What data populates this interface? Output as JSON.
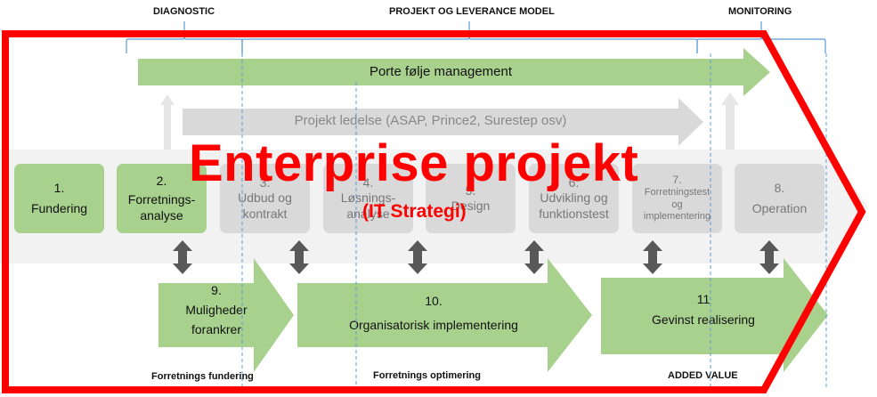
{
  "headers": {
    "diagnostic": "DIAGNOSTIC",
    "projekt": "PROJEKT OG LEVERANCE MODEL",
    "monitoring": "MONITORING"
  },
  "portfolio_label": "Porte følje management",
  "projekt_ledelse_label": "Projekt ledelse (ASAP, Prince2, Surestep osv)",
  "steps": [
    {
      "num": "1.",
      "text": "Fundering"
    },
    {
      "num": "2.",
      "text": "Forretnings-\nanalyse"
    },
    {
      "num": "3.",
      "text": "Udbud og\nkontrakt"
    },
    {
      "num": "4.",
      "text": "Løsnings-\nanalyse"
    },
    {
      "num": "5.",
      "text": "Design"
    },
    {
      "num": "6.",
      "text": "Udvikling og\nfunktionstest"
    },
    {
      "num": "7.",
      "text": "Forretningstest\nog\nimplementering"
    },
    {
      "num": "8.",
      "text": "Operation"
    }
  ],
  "lower_arrows": [
    {
      "num": "9.",
      "text": "Muligheder\nforankrer"
    },
    {
      "num": "10.",
      "text": "Organisatorisk implementering"
    },
    {
      "num": "11",
      "text": "Gevinst realisering"
    }
  ],
  "bottom_labels": {
    "left": "Forretnings fundering",
    "middle": "Forretnings optimering",
    "right": "ADDED VALUE"
  },
  "overlay": {
    "title": "Enterprise projekt",
    "subtitle": "(IT Strategi)"
  },
  "colors": {
    "green": "#a9d18e",
    "grey": "#d9d9d9",
    "red": "#ff0000",
    "blue": "#5b9bd5",
    "arrow_dark": "#595959"
  }
}
